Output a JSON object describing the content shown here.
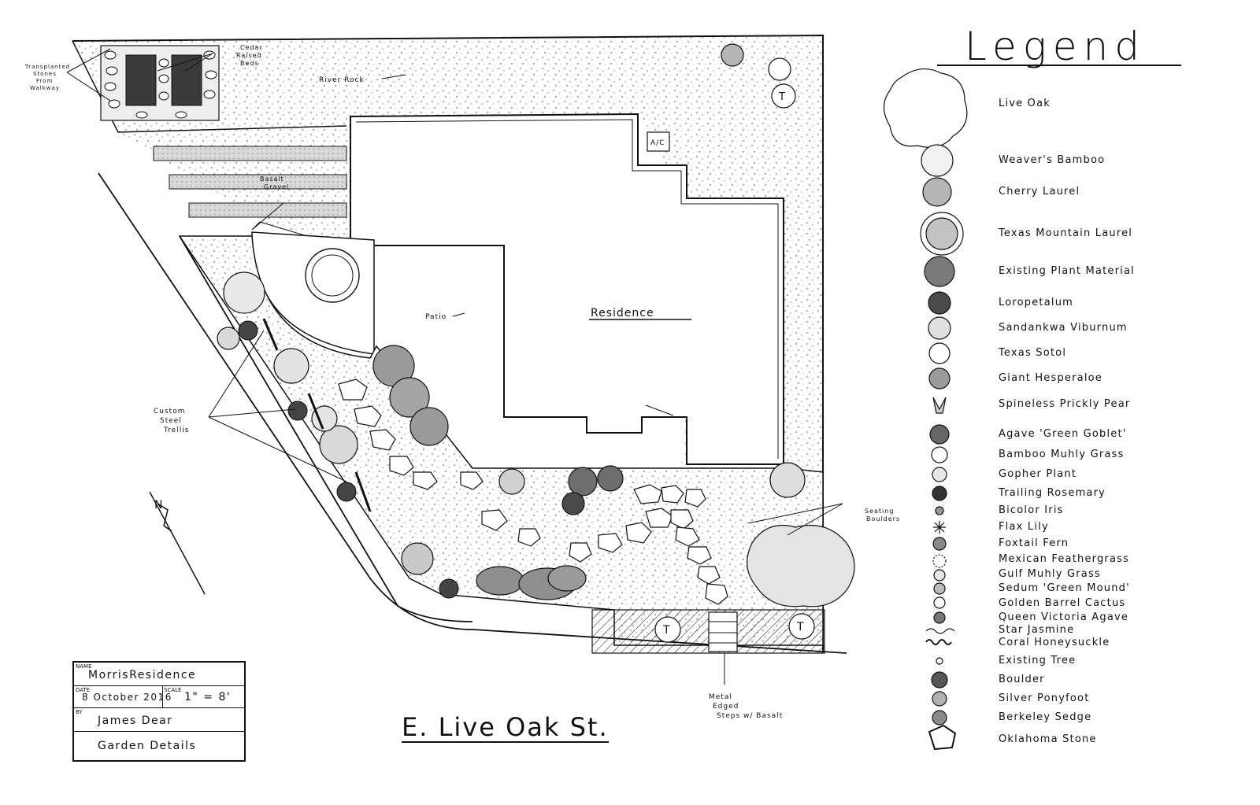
{
  "title_block": {
    "project": "MorrisResidence",
    "date": "8 October 2016",
    "scale": "1\" = 8'",
    "designer": "James Dear",
    "sheet": "Garden Details",
    "labels": {
      "name": "NAME",
      "date": "DATE",
      "scale": "SCALE",
      "by": "BY"
    }
  },
  "street": "E. Live Oak St.",
  "plan_labels": {
    "residence": "Residence",
    "patio": "Patio",
    "river_rock": "River Rock",
    "basalt_gravel": [
      "Basalt",
      "Gravel"
    ],
    "cedar_beds": [
      "Cedar",
      "Raised",
      "Beds"
    ],
    "transplanted_stones": [
      "Transplanted",
      "Stones",
      "From",
      "Walkway"
    ],
    "custom_trellis": [
      "Custom",
      "Steel",
      "Trellis"
    ],
    "seating_boulders": [
      "Seating",
      "Boulders"
    ],
    "metal_steps": [
      "Metal",
      "Edged",
      "Steps w/ Basalt"
    ],
    "ac": "A/C",
    "north": "N"
  },
  "legend": {
    "title": "Legend",
    "items": [
      {
        "label": "Live Oak",
        "icon": "live-oak-icon"
      },
      {
        "label": "Weaver's Bamboo",
        "icon": "weavers-bamboo-icon"
      },
      {
        "label": "Cherry Laurel",
        "icon": "cherry-laurel-icon"
      },
      {
        "label": "Texas Mountain Laurel",
        "icon": "texas-mountain-laurel-icon"
      },
      {
        "label": "Existing Plant Material",
        "icon": "existing-plant-icon"
      },
      {
        "label": "Loropetalum",
        "icon": "loropetalum-icon"
      },
      {
        "label": "Sandankwa Viburnum",
        "icon": "viburnum-icon"
      },
      {
        "label": "Texas Sotol",
        "icon": "texas-sotol-icon"
      },
      {
        "label": "Giant Hesperaloe",
        "icon": "hesperaloe-icon"
      },
      {
        "label": "Spineless Prickly Pear",
        "icon": "prickly-pear-icon"
      },
      {
        "label": "Agave 'Green Goblet'",
        "icon": "agave-icon"
      },
      {
        "label": "Bamboo Muhly Grass",
        "icon": "bamboo-muhly-icon"
      },
      {
        "label": "Gopher Plant",
        "icon": "gopher-plant-icon"
      },
      {
        "label": "Trailing Rosemary",
        "icon": "rosemary-icon"
      },
      {
        "label": "Bicolor Iris",
        "icon": "iris-icon"
      },
      {
        "label": "Flax Lily",
        "icon": "flax-lily-icon"
      },
      {
        "label": "Foxtail Fern",
        "icon": "foxtail-fern-icon"
      },
      {
        "label": "Mexican Feathergrass",
        "icon": "feathergrass-icon"
      },
      {
        "label": "Gulf Muhly Grass",
        "icon": "gulf-muhly-icon"
      },
      {
        "label": "Sedum 'Green Mound'",
        "icon": "sedum-icon"
      },
      {
        "label": "Golden Barrel Cactus",
        "icon": "barrel-cactus-icon"
      },
      {
        "label": "Queen Victoria Agave",
        "icon": "queen-victoria-agave-icon"
      },
      {
        "label": "Star Jasmine",
        "icon": "star-jasmine-icon"
      },
      {
        "label": "Coral Honeysuckle",
        "icon": "honeysuckle-icon"
      },
      {
        "label": "Existing Tree",
        "icon": "existing-tree-icon"
      },
      {
        "label": "Boulder",
        "icon": "boulder-icon"
      },
      {
        "label": "Silver Ponyfoot",
        "icon": "ponyfoot-icon"
      },
      {
        "label": "Berkeley Sedge",
        "icon": "sedge-icon"
      },
      {
        "label": "Oklahoma Stone",
        "icon": "oklahoma-stone-icon"
      }
    ]
  },
  "colors": {
    "ink": "#111111",
    "gravel": "#bdbdbd",
    "shade_light": "#d6d6d6",
    "shade_mid": "#9a9a9a",
    "shade_dark": "#555555"
  }
}
